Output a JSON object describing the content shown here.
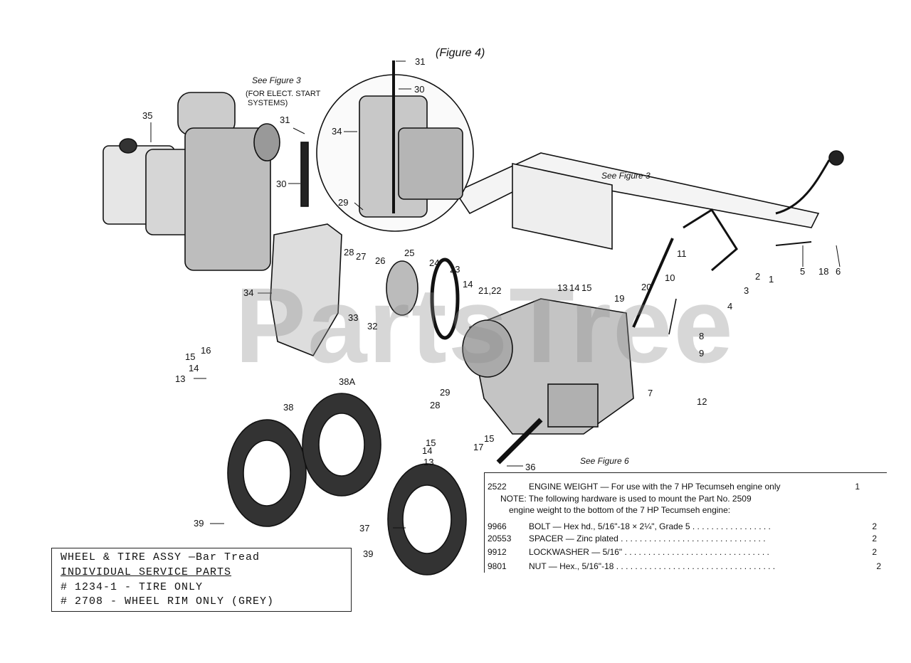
{
  "figure_title": "(Figure 4)",
  "watermark": "PartsTree",
  "notes": {
    "see_fig3_top": "See Figure 3",
    "elect_start": "(FOR ELECT. START",
    "elect_start2": "SYSTEMS)",
    "see_fig3_mid": "See Figure 3",
    "see_fig6": "See Figure 6"
  },
  "callouts": [
    "31",
    "30",
    "35",
    "31",
    "30",
    "34",
    "29",
    "28",
    "27",
    "26",
    "25",
    "24",
    "23",
    "14",
    "21,22",
    "34",
    "33",
    "32",
    "16",
    "15",
    "14",
    "13",
    "11",
    "10",
    "5",
    "18",
    "6",
    "1",
    "2",
    "3",
    "4",
    "13",
    "14",
    "15",
    "19",
    "20",
    "8",
    "9",
    "7",
    "12",
    "29",
    "28",
    "15",
    "14",
    "13",
    "17",
    "15",
    "36",
    "38A",
    "38",
    "39",
    "37",
    "39"
  ],
  "parts_list": {
    "rows": [
      {
        "num": "2522",
        "desc": "ENGINE WEIGHT — For use with the 7 HP Tecumseh engine only",
        "qty": "1"
      },
      {
        "num": "9966",
        "desc": "BOLT — Hex hd., 5/16\"-18 × 2¼\", Grade 5 . . . . . . . . . . . . . . . . .",
        "qty": "2"
      },
      {
        "num": "20553",
        "desc": "SPACER — Zinc plated . . . . . . . . . . . . . . . . . . . . . . . . . . . . . . .",
        "qty": "2"
      },
      {
        "num": "9912",
        "desc": "LOCKWASHER — 5/16\" . . . . . . . . . . . . . . . . . . . . . . . . . . . . . . .",
        "qty": "2"
      },
      {
        "num": "9801",
        "desc": "NUT — Hex., 5/16\"-18 . . . . . . . . . . . . . . . . . . . . . . . . . . . . . . . . . .",
        "qty": "2"
      }
    ],
    "note_line1": "NOTE: The following hardware is used to mount the Part No. 2509",
    "note_line2": "engine weight to the bottom of the 7 HP Tecumseh engine:"
  },
  "wheel_box": {
    "line1": "WHEEL & TIRE ASSY —Bar Tread",
    "line2": "INDIVIDUAL SERVICE PARTS",
    "line3": "# 1234-1   - TIRE ONLY",
    "line4": "#   2708   - WHEEL RIM ONLY (GREY)"
  }
}
